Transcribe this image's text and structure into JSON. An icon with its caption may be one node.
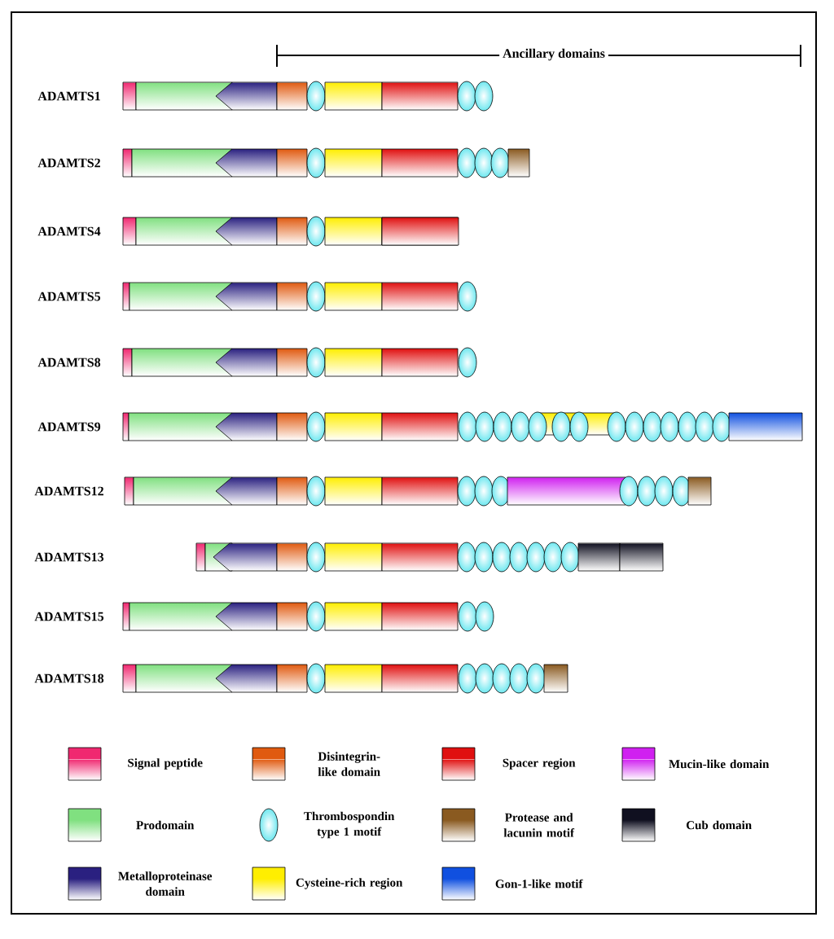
{
  "diagram": {
    "labels": [
      "Ancillary domains",
      "ADAMTS1",
      "ADAMTS2",
      "ADAMTS4",
      "ADAMTS5",
      "ADAMTS8",
      "ADAMTS9",
      "ADAMTS12",
      "ADAMTS13",
      "ADAMTS15",
      "ADAMTS18"
    ],
    "legend": [
      {
        "text": "Signal peptide",
        "color": "#f02870"
      },
      {
        "text": "Disintegrin-like domain",
        "color": "#e05a10"
      },
      {
        "text": "Spacer region",
        "color": "#e01010"
      },
      {
        "text": "Mucin-like domain",
        "color": "#d020f0"
      },
      {
        "text": "Prodomain",
        "color": "#80e080"
      },
      {
        "text": "Thrombospondin type 1 motif"
      },
      {
        "text": "Protease and lacunin motif",
        "color": "#8a5a20"
      },
      {
        "text": "Cub domain",
        "color": "#101020"
      },
      {
        "text": "Metalloproteinase domain",
        "color": "#2a2080"
      },
      {
        "text": "Cysteine-rich region",
        "color": "#ffee00"
      },
      {
        "text": "Gon-1-like motif",
        "color": "#1050e0"
      }
    ]
  }
}
